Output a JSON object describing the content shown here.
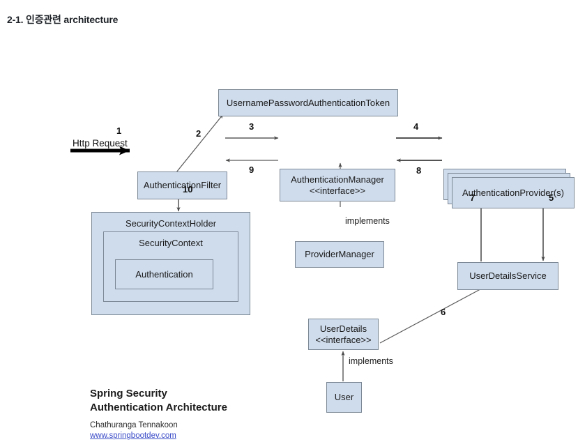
{
  "page": {
    "title": "2-1. 인증관련 architecture"
  },
  "diagram": {
    "nodes": {
      "token": {
        "label": "UsernamePasswordAuthenticationToken"
      },
      "filter": {
        "label": "AuthenticationFilter"
      },
      "manager": {
        "label": "AuthenticationManager\n<<interface>>"
      },
      "provider": {
        "label": "AuthenticationProvider(s)"
      },
      "provider_manager": {
        "label": "ProviderManager"
      },
      "user_details_service": {
        "label": "UserDetailsService"
      },
      "user_details": {
        "label": "UserDetails\n<<interface>>"
      },
      "user": {
        "label": "User"
      },
      "security_context_holder": {
        "label": "SecurityContextHolder"
      },
      "security_context": {
        "label": "SecurityContext"
      },
      "authentication": {
        "label": "Authentication"
      }
    },
    "edge_labels": {
      "n1": "1",
      "n2": "2",
      "n3": "3",
      "n4": "4",
      "n5": "5",
      "n6": "6",
      "n7": "7",
      "n8": "8",
      "n9": "9",
      "n10": "10"
    },
    "text_labels": {
      "http_request": "Http Request",
      "implements_manager": "implements",
      "implements_user": "implements"
    },
    "colors": {
      "node_fill": "#cfdcec",
      "node_border": "#7b8794",
      "arrow": "#3c3c3c",
      "link": "#3b4cc8"
    }
  },
  "caption": {
    "title": "Spring Security\nAuthentication Architecture",
    "author": "Chathuranga Tennakoon",
    "url": "www.springbootdev.com"
  }
}
